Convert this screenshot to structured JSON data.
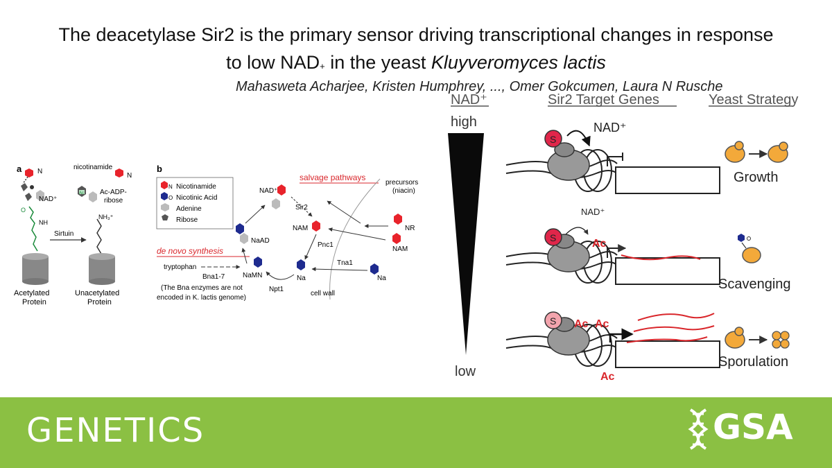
{
  "paper": {
    "title_line1": "The deacetylase Sir2 is the primary sensor driving transcriptional changes in response",
    "title_line2_pre": "to low NAD",
    "title_line2_sup": "+",
    "title_line2_mid": " in the yeast ",
    "title_line2_italic": "Kluyveromyces lactis",
    "authors": "Mahasweta Acharjee, Kristen Humphrey, ..., Omer Gokcumen, Laura N Rusche"
  },
  "panel_a": {
    "label": "a",
    "nicotinamide": "nicotinamide",
    "nad": "NAD⁺",
    "ac_adp_ribose_1": "Ac-ADP-",
    "ac_adp_ribose_2": "ribose",
    "ac_tag": "Ac",
    "o_label": "O",
    "nh_label": "NH",
    "nh3_label": "NH₃⁺",
    "n_label": "N",
    "enzyme": "Sirtuin",
    "left_protein_1": "Acetylated",
    "left_protein_2": "Protein",
    "right_protein_1": "Unacetylated",
    "right_protein_2": "Protein"
  },
  "panel_b": {
    "label": "b",
    "legend": [
      "Nicotinamide",
      "Nicotinic Acid",
      "Adenine",
      "Ribose"
    ],
    "legend_glyphs": [
      "N",
      "O"
    ],
    "salvage": "salvage pathways",
    "precursors_1": "precursors",
    "precursors_2": "(niacin)",
    "nad": "NAD⁺",
    "sir2": "Sir2",
    "nam": "NAM",
    "nr": "NR",
    "nam2": "NAM",
    "pnc1": "Pnc1",
    "naad": "NaAD",
    "denovo": "de novo synthesis",
    "tryptophan": "tryptophan",
    "bna": "Bna1-7",
    "namn": "NaMN",
    "npt1": "Npt1",
    "na": "Na",
    "tna1": "Tna1",
    "na2": "Na",
    "cell_wall": "cell wall",
    "note_1": "(The Bna enzymes are not",
    "note_2": "encoded in K. lactis genome)"
  },
  "panel_c": {
    "header_nad": "NAD⁺",
    "header_genes": "Sir2 Target Genes",
    "header_strategy": "Yeast Strategy",
    "high": "high",
    "low": "low",
    "sir2_symbol": "S",
    "nad_label": "NAD⁺",
    "ac": "Ac",
    "strategies": [
      "Growth",
      "Scavenging",
      "Sporulation"
    ]
  },
  "footer": {
    "journal": "GENETICS",
    "publisher": "GSA"
  },
  "colors": {
    "footer_green": "#8bc043",
    "accent_red": "#d9262b",
    "nicotinamide_red": "#e8232b",
    "nicotinic_blue": "#1e2b8f",
    "yeast_orange": "#f3a93a",
    "sir2_active": "#e0264a",
    "sir2_faded": "#f3a4ad"
  }
}
